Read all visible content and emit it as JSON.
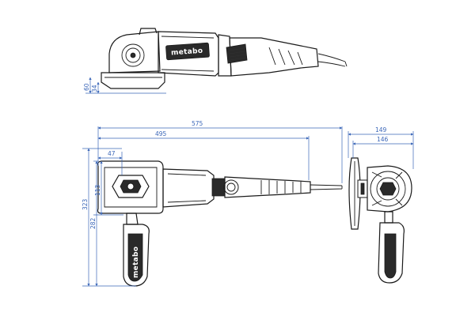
{
  "brand": {
    "text": "metabo"
  },
  "dimensions": {
    "side_60": "60",
    "side_34": "34",
    "top_575": "575",
    "top_495": "495",
    "top_47": "47",
    "top_113": "113",
    "top_282": "282",
    "top_323": "323",
    "front_149": "149",
    "front_146": "146"
  },
  "colors": {
    "dimension": "#3a66b8",
    "line": "#1a1a1a"
  }
}
